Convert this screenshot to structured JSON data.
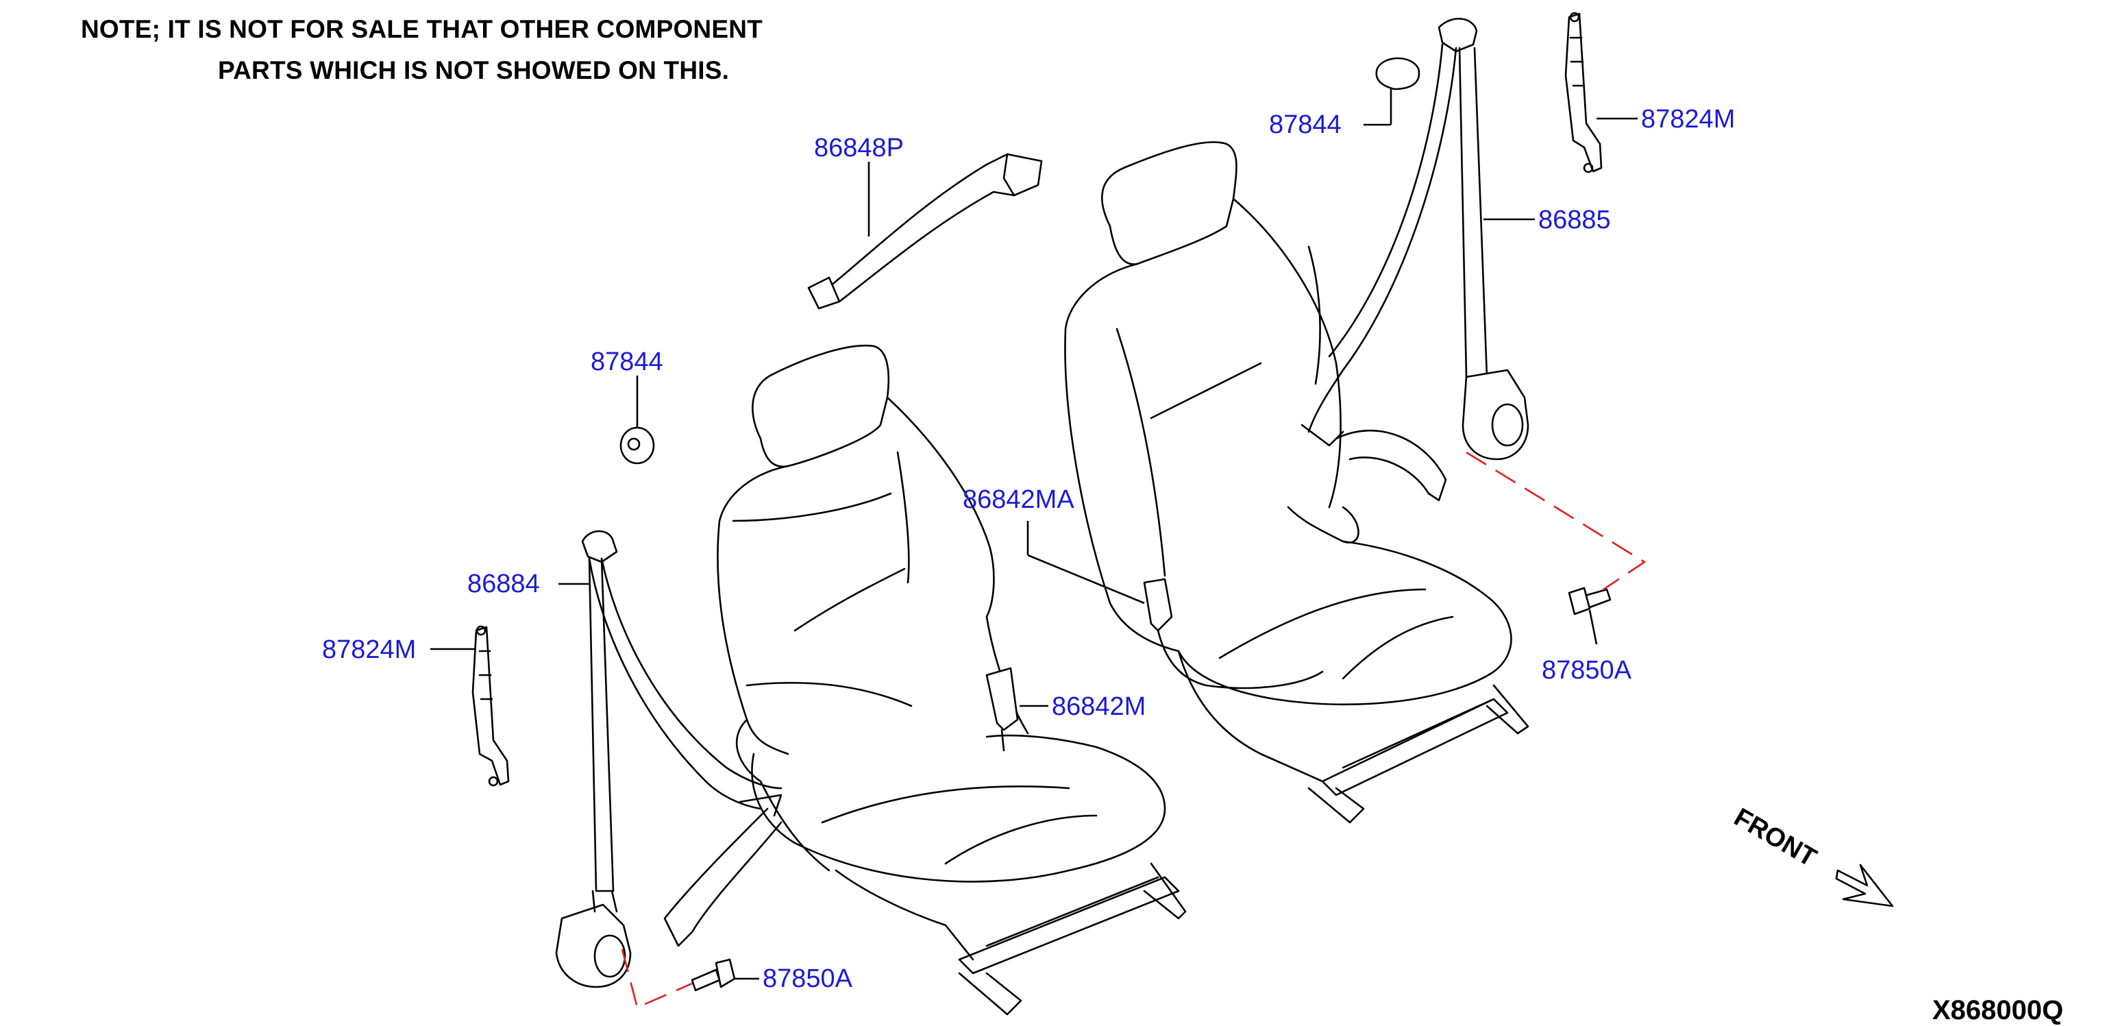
{
  "note": {
    "line1": "NOTE;  IT IS NOT FOR SALE THAT OTHER COMPONENT",
    "line2": "PARTS WHICH IS NOT SHOWED ON THIS."
  },
  "diagram_code": "X868000Q",
  "front_label": "FRONT",
  "colors": {
    "label": "#1a1ad6",
    "dashed_line": "#e02020",
    "line": "#000000"
  },
  "parts": {
    "p86848P": "86848P",
    "p87844_left": "87844",
    "p87844_right": "87844",
    "p87824M_left": "87824M",
    "p87824M_right": "87824M",
    "p86884": "86884",
    "p86885": "86885",
    "p86842MA": "86842MA",
    "p86842M": "86842M",
    "p87850A_left": "87850A",
    "p87850A_right": "87850A"
  }
}
